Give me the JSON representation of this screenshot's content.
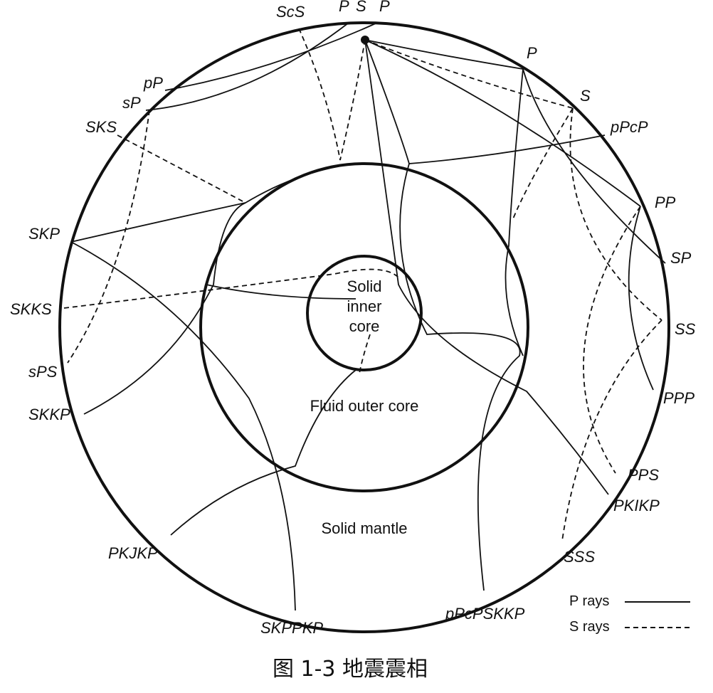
{
  "regions": {
    "inner_core": [
      "Solid",
      "inner",
      "core"
    ],
    "outer_core": "Fluid outer core",
    "mantle": "Solid mantle"
  },
  "phase_labels": {
    "ScS": "ScS",
    "P_top": "P",
    "S_top": "S",
    "P_top2": "P",
    "P_right": "P",
    "S_right": "S",
    "pPcP": "pPcP",
    "PP": "PP",
    "SP": "SP",
    "SS": "SS",
    "PPP": "PPP",
    "PPS": "PPS",
    "PKIKP": "PKIKP",
    "SSS": "SSS",
    "pPcPSKKP": "pPcPSKKP",
    "SKPPKP": "SKPPKP",
    "PKJKP": "PKJKP",
    "SKKP": "SKKP",
    "sPS": "sPS",
    "SKKS": "SKKS",
    "SKP": "SKP",
    "SKS": "SKS",
    "sP": "sP",
    "pP": "pP"
  },
  "legend": {
    "p_rays": "P rays",
    "s_rays": "S rays",
    "p_style": "solid",
    "s_style": "dashed"
  },
  "caption": "图 1-3  地震震相",
  "colors": {
    "ink": "#111111",
    "background": "#ffffff"
  }
}
